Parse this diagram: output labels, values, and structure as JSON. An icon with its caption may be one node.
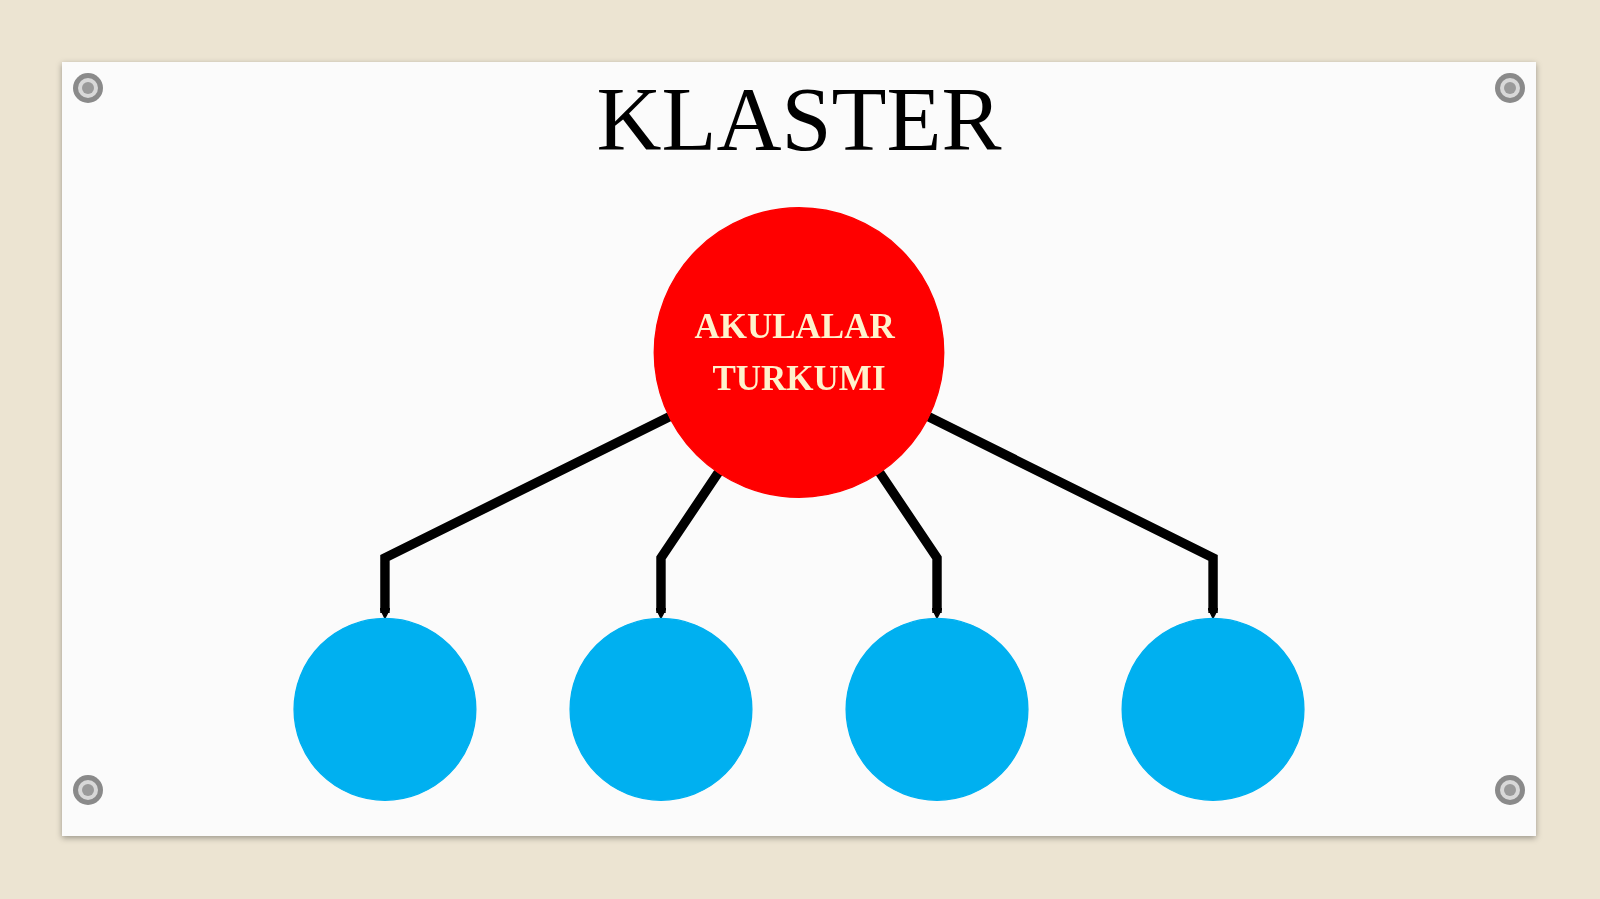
{
  "diagram": {
    "title": "KLASTER",
    "nodes": [
      {
        "text": [],
        "shape": "circle"
      },
      {
        "text": [],
        "shape": "circle"
      },
      {
        "text": [
          "AKULALAR TURKUMI"
        ]
      },
      {
        "text": [],
        "shape": "circle"
      },
      {
        "text": [],
        "shape": "circle"
      }
    ],
    "edges": [
      {
        "from": 2,
        "to": 0,
        "arrow": "to"
      },
      {
        "from": 2,
        "to": 1,
        "arrow": "to"
      },
      {
        "from": 2,
        "to": 3,
        "arrow": "to"
      },
      {
        "from": 2,
        "to": 4,
        "arrow": "to"
      }
    ]
  }
}
